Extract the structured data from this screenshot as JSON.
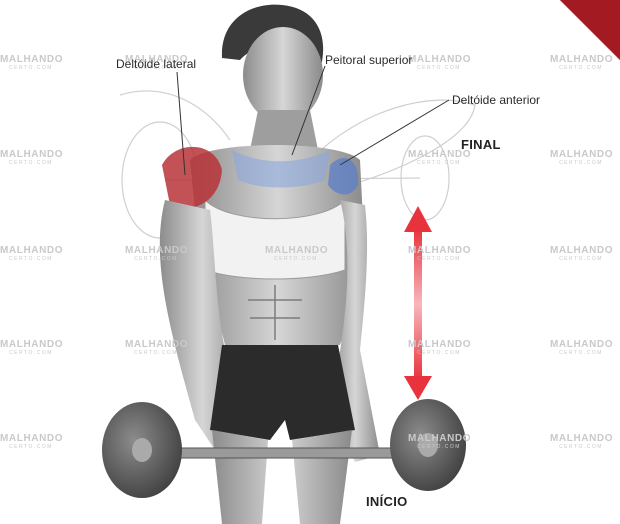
{
  "illustration": {
    "subject": "shoulder-shrug-barbell-exercise",
    "labels": {
      "deltoide_lateral": "Deltóide lateral",
      "peitoral_superior": "Peitoral superior",
      "deltoide_anterior": "Deltóide anterior"
    },
    "phases": {
      "final": "FINAL",
      "inicio": "INÍCIO"
    },
    "watermark": {
      "title": "MALHANDO",
      "subtitle": "CERTO.COM"
    },
    "colors": {
      "arrow": "#e8323c",
      "muscle_highlight": "#b8343a",
      "muscle_blue": "#5a7fc8",
      "corner_badge": "#a41a22",
      "shorts": "#2b2b2b"
    }
  }
}
